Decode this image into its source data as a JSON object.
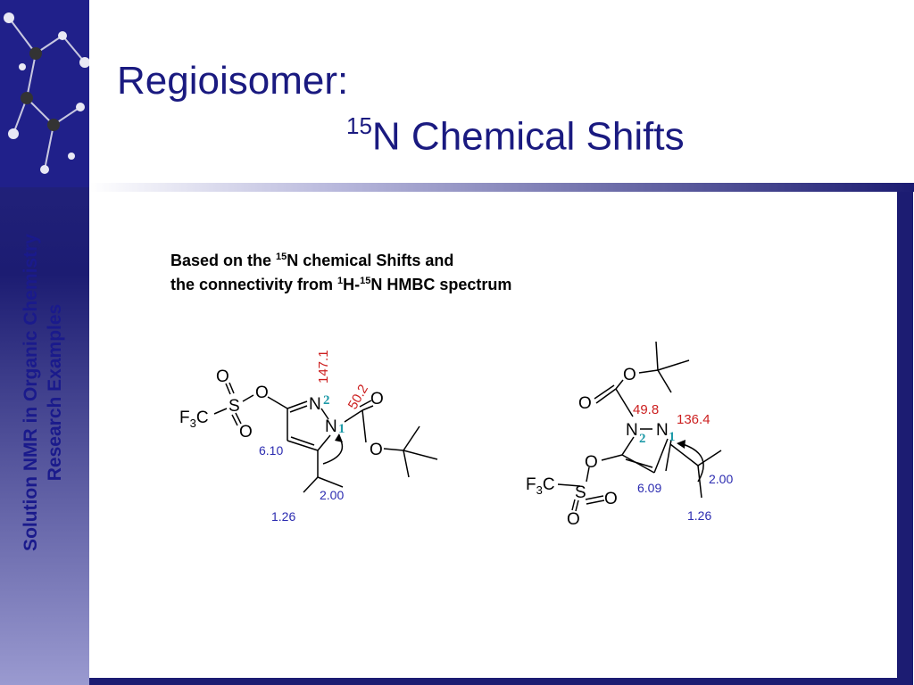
{
  "sidebar": {
    "line1": "Solution NMR in Organic Chemistry",
    "line2": "Research Examples"
  },
  "title": {
    "line1": "Regioisomer:",
    "isotope": "15",
    "line2": "N Chemical Shifts"
  },
  "caption": {
    "line1_pre": "Based on the ",
    "line1_sup": "15",
    "line1_post": "N chemical Shifts and",
    "line2_pre": "the connectivity from ",
    "line2_sup1": "1",
    "line2_mid": "H-",
    "line2_sup2": "15",
    "line2_post": "N HMBC spectrum"
  },
  "molecule_left": {
    "shift_n2": "147.1",
    "shift_n1": "50.2",
    "n2_number": "2",
    "n1_number": "1",
    "h_shift_ring": "6.10",
    "h_shift_ch": "2.00",
    "h_shift_ch3": "1.26",
    "atom_O": "O",
    "atom_S": "S",
    "atom_N": "N",
    "atom_F3C": "F",
    "atom_F3C_sub": "3",
    "atom_C": "C"
  },
  "molecule_right": {
    "shift_n2": "49.8",
    "shift_n1": "136.4",
    "n2_number": "2",
    "n1_number": "1",
    "h_shift_ring": "6.09",
    "h_shift_ch": "2.00",
    "h_shift_ch3": "1.26",
    "atom_O": "O",
    "atom_S": "S",
    "atom_N": "N",
    "atom_F3C": "F",
    "atom_F3C_sub": "3",
    "atom_C": "C"
  },
  "colors": {
    "title": "#1a1a80",
    "shift_red": "#cc1f1f",
    "proton_blue": "#2b2bb0",
    "atom_number_teal": "#1e9aa8"
  }
}
